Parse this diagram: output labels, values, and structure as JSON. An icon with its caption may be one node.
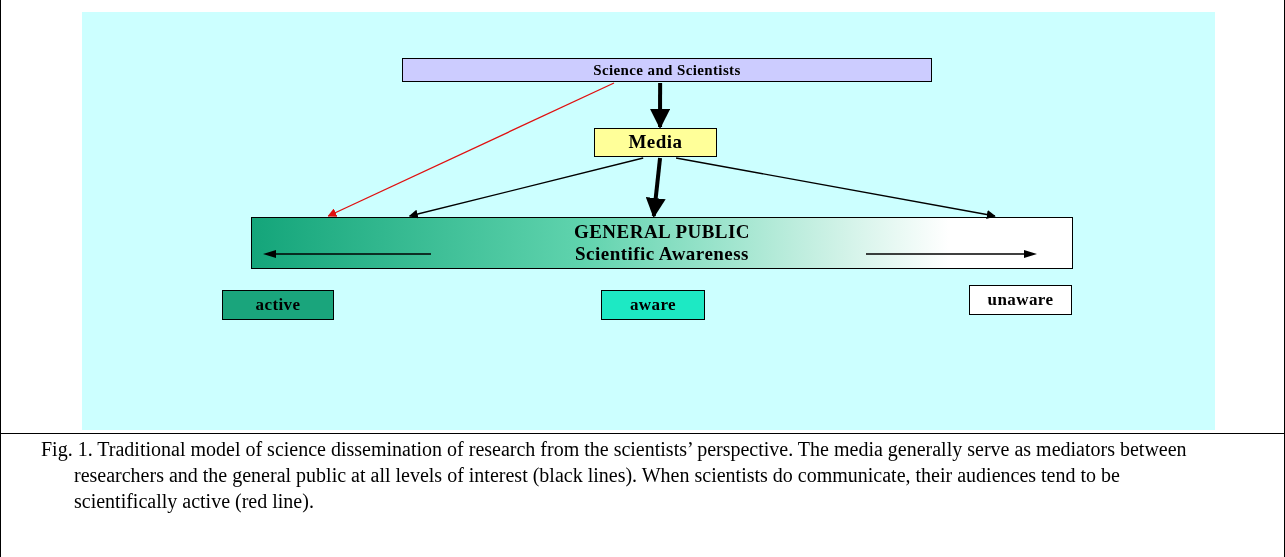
{
  "diagram": {
    "nodes": [
      {
        "text": [
          "Science and Scientists"
        ]
      },
      {
        "text": [
          "Media"
        ]
      },
      {
        "text": [
          "GENERAL PUBLIC",
          "Scientific Awareness"
        ]
      },
      {
        "text": [
          "active"
        ]
      },
      {
        "text": [
          "aware"
        ]
      },
      {
        "text": [
          "unaware"
        ]
      }
    ],
    "edges": [
      {
        "from": 0,
        "to": 1,
        "arrow": "to",
        "style": "thick"
      },
      {
        "from": 0,
        "to": 2,
        "arrow": "to",
        "color": "#e01010"
      },
      {
        "from": 1,
        "to": 2,
        "arrow": "to"
      },
      {
        "from": 1,
        "to": 2,
        "arrow": "to",
        "style": "thick"
      },
      {
        "from": 1,
        "to": 2,
        "arrow": "to"
      }
    ],
    "caption": "Fig. 1. Traditional model of science dissemination of research from the scientists’ perspective. The media generally serve as mediators between researchers and the general public at all levels of interest (black lines). When scientists do communicate, their audiences tend to be scientifically active (red line)."
  }
}
